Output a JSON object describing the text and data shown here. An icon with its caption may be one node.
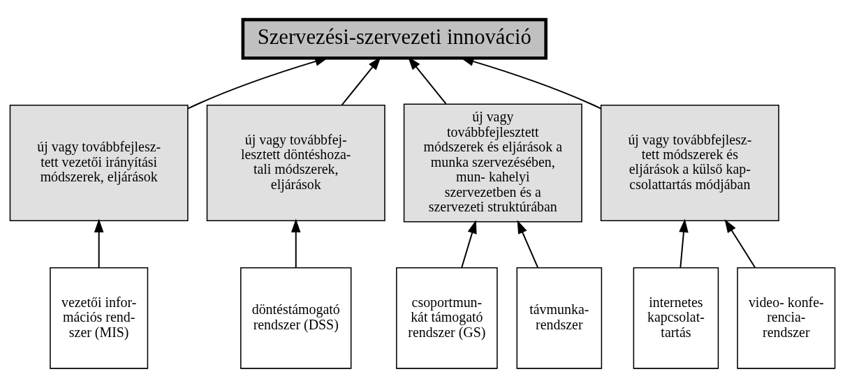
{
  "diagram": {
    "nodes": [
      {
        "text": [
          "Szervezési-szervezeti innováció"
        ]
      },
      {
        "text": [
          "új vagy továbbfejlesz- tett vezetői irányítási módszerek, eljárások"
        ]
      },
      {
        "text": [
          "új vagy továbbfej- lesztett döntéshoza- tali módszerek, eljárások"
        ]
      },
      {
        "text": [
          "új vagy továbbfejlesztett módszerek és eljárások a munka szervezésében, mun- kahelyi szervezetben és a szervezeti struktúrában"
        ]
      },
      {
        "text": [
          "új vagy továbbfejlesz- tett módszerek és eljárások a külső kap- csolattartás módjában"
        ]
      },
      {
        "text": [
          "vezetői infor- mációs rend- szer (MIS)"
        ]
      },
      {
        "text": [
          "döntéstámogató rendszer (DSS)"
        ]
      },
      {
        "text": [
          "csoportmun- kát támogató rendszer (GS)"
        ]
      },
      {
        "text": [
          "távmunka- rendszer"
        ]
      },
      {
        "text": [
          "internetes kapcsolat- tartás"
        ]
      },
      {
        "text": [
          "video- konfe- rencia- rendszer"
        ]
      }
    ],
    "edges": [
      {
        "from": 1,
        "to": 0,
        "arrow": "to"
      },
      {
        "from": 2,
        "to": 0,
        "arrow": "to"
      },
      {
        "from": 3,
        "to": 0,
        "arrow": "to"
      },
      {
        "from": 4,
        "to": 0,
        "arrow": "to"
      },
      {
        "from": 5,
        "to": 1,
        "arrow": "to"
      },
      {
        "from": 6,
        "to": 2,
        "arrow": "to"
      },
      {
        "from": 7,
        "to": 3,
        "arrow": "to"
      },
      {
        "from": 8,
        "to": 3,
        "arrow": "to"
      },
      {
        "from": 9,
        "to": 4,
        "arrow": "to"
      },
      {
        "from": 10,
        "to": 4,
        "arrow": "to"
      }
    ]
  }
}
